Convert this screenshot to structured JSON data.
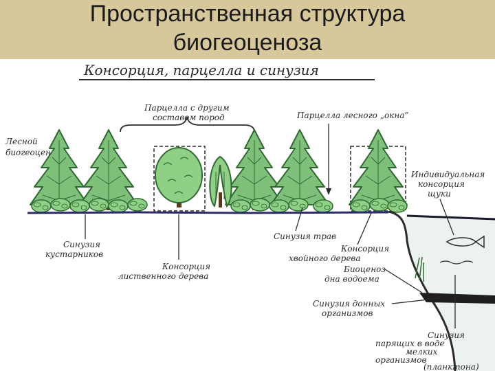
{
  "title": {
    "line1": "Пространственная структура",
    "line2": "биогеоценоза"
  },
  "diagram": {
    "subtitle": "Консорция, парцелла и синузия",
    "labels": {
      "parcel_mixed_1": "Парцелла с другим",
      "parcel_mixed_2": "составом пород",
      "parcel_window": "Парцелла лесного „окна”",
      "forest_1": "Лесной",
      "forest_2": "биогеоценоз",
      "consort_lake_1": "Индивидуальная",
      "consort_lake_2": "консорция",
      "consort_lake_3": "щуки",
      "synusia_shrubs_1": "Синузия",
      "synusia_shrubs_2": "кустарников",
      "consort_decid_1": "Консорция",
      "consort_decid_2": "лиственного дерева",
      "synusia_grass": "Синузия трав",
      "consort_conifer_1": "Консорция",
      "consort_conifer_2": "хвойного дерева",
      "bioc_bottom_1": "Биоценоз",
      "bioc_bottom_2": "дна водоема",
      "synusia_benthos_1": "Синузия донных",
      "synusia_benthos_2": "организмов",
      "synusia_plankton_1": "Синузия",
      "synusia_plankton_2": "парящих в воде",
      "synusia_plankton_3": "мелких",
      "synusia_plankton_4": "организмов",
      "synusia_plankton_5": "(планктона)"
    },
    "colors": {
      "title_bar": "#d6c89a",
      "tree_fill": "#7ec07a",
      "tree_stroke": "#2e6a30",
      "shrub_fill": "#8fcf86",
      "ground": "#2b2b6b",
      "water": "#ecf3ee"
    },
    "icons": [
      "spruce-tree-icon",
      "deciduous-tree-icon",
      "willow-tree-icon",
      "shrub-icon",
      "fish-icon"
    ]
  }
}
